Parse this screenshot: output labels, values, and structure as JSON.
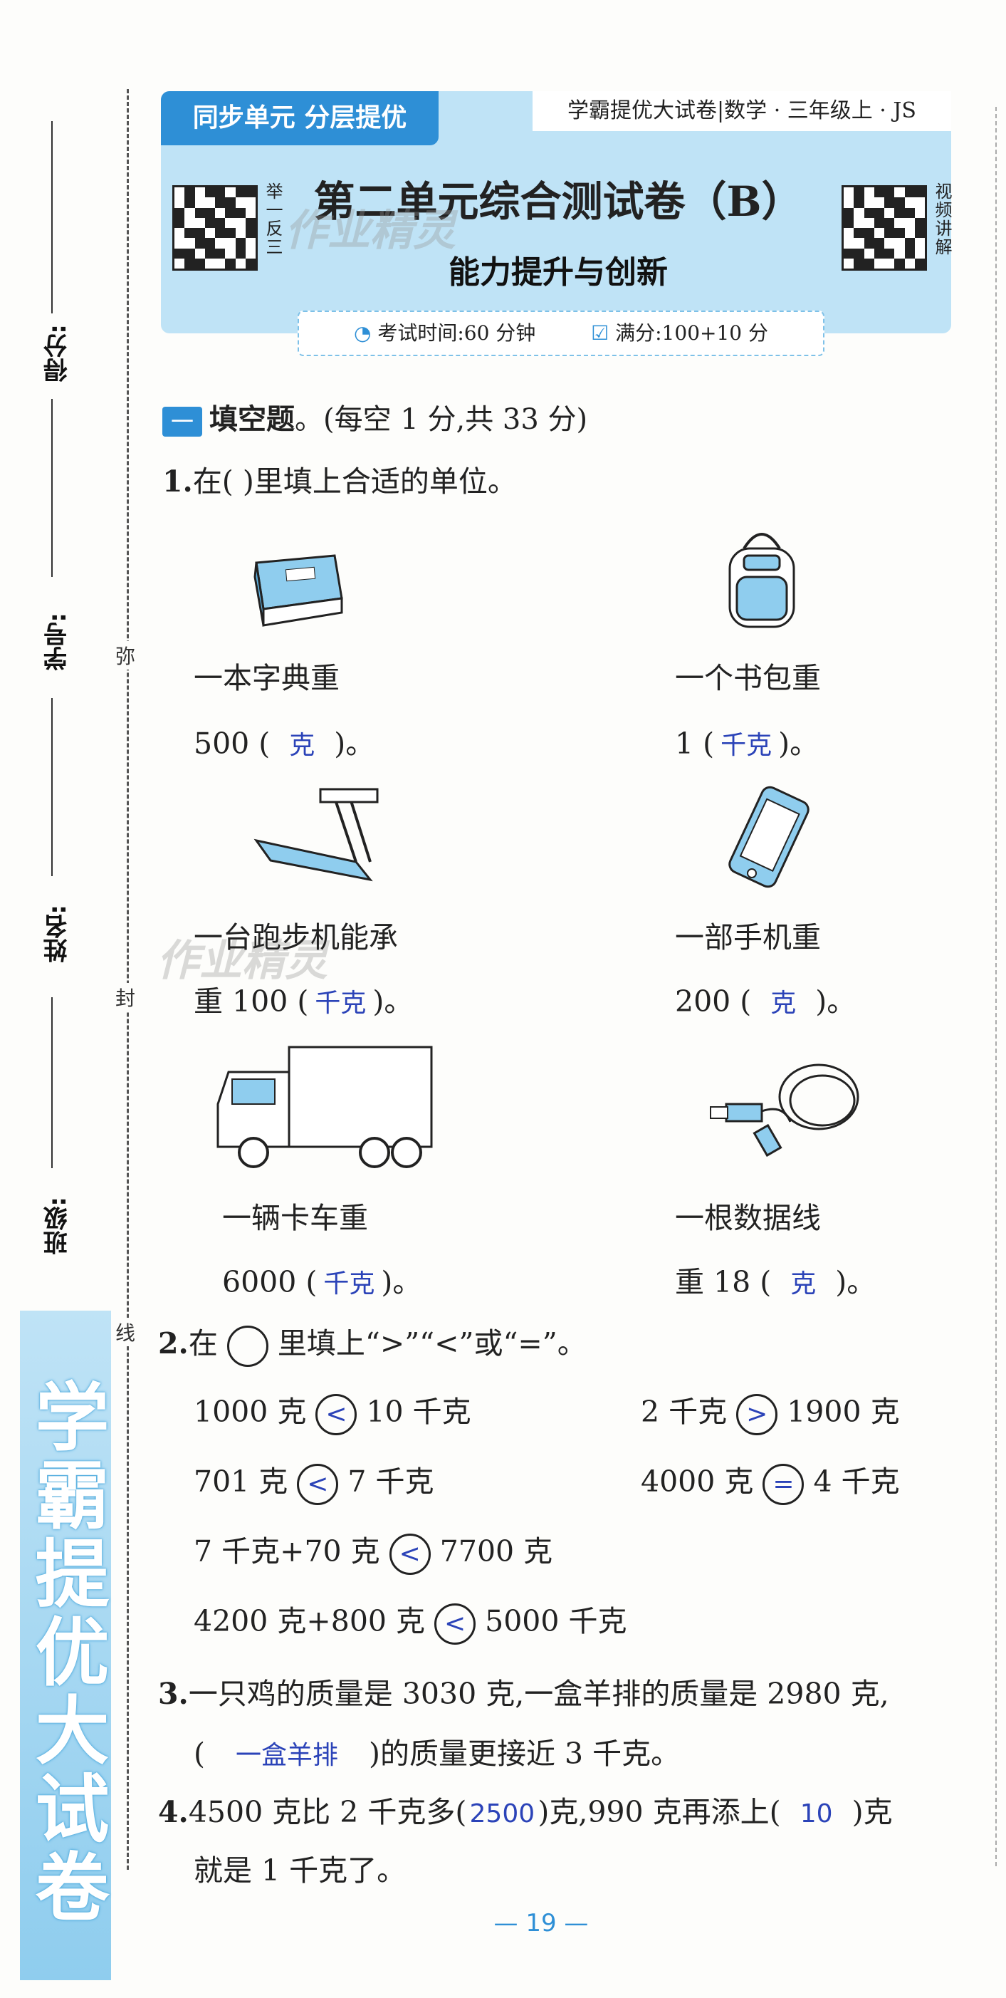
{
  "header": {
    "tag": "同步单元 分层提优",
    "series": "学霸提优大试卷|数学 · 三年级上 · JS",
    "title": "第二单元综合测试卷（B）",
    "subtitle": "能力提升与创新",
    "qr_left_caption": "举一反三",
    "qr_right_caption": "视频讲解",
    "time": "考试时间:60 分钟",
    "score": "满分:100+10 分"
  },
  "side": {
    "fields": [
      "得分:",
      "学号:",
      "姓名:",
      "班级:"
    ],
    "seals": [
      "弥",
      "封",
      "线"
    ],
    "brand": "学霸提优大试卷"
  },
  "watermark": "作业精灵",
  "section1": {
    "badge": "一",
    "title": "填空题",
    "note": "。(每空 1 分,共 33 分)"
  },
  "q1": {
    "num": "1.",
    "stem": "在(        )里填上合适的单位。",
    "items": [
      {
        "line1": "一本字典重",
        "line2_pre": "500 (",
        "answer": "克",
        "line2_post": ")。",
        "icon": "dictionary-icon"
      },
      {
        "line1": "一个书包重",
        "line2_pre": "1 (",
        "answer": "千克",
        "line2_post": ")。",
        "icon": "backpack-icon"
      },
      {
        "line1": "一台跑步机能承",
        "line2_pre": "重 100 (",
        "answer": "千克",
        "line2_post": ")。",
        "icon": "treadmill-icon"
      },
      {
        "line1": "一部手机重",
        "line2_pre": "200 (",
        "answer": "克",
        "line2_post": ")。",
        "icon": "phone-icon"
      },
      {
        "line1": "一辆卡车重",
        "line2_pre": "6000 (",
        "answer": "千克",
        "line2_post": ")。",
        "icon": "truck-icon"
      },
      {
        "line1": "一根数据线",
        "line2_pre": "重 18 (",
        "answer": "克",
        "line2_post": ")。",
        "icon": "cable-icon"
      }
    ]
  },
  "q2": {
    "num": "2.",
    "stem_pre": "在",
    "stem_post": "里填上“>”“<”或“=”。",
    "rows": [
      {
        "left": "1000 克",
        "sym": "<",
        "right": "10 千克"
      },
      {
        "left": "2 千克",
        "sym": ">",
        "right": "1900 克"
      },
      {
        "left": "701 克",
        "sym": "<",
        "right": "7 千克"
      },
      {
        "left": "4000 克",
        "sym": "=",
        "right": "4 千克"
      },
      {
        "left": "7 千克+70 克",
        "sym": "<",
        "right": "7700 克"
      },
      {
        "left": "4200 克+800 克",
        "sym": "<",
        "right": "5000 千克"
      }
    ]
  },
  "q3": {
    "num": "3.",
    "line1": "一只鸡的质量是 3030 克,一盒羊排的质量是 2980 克,",
    "line2_pre": "(",
    "answer": "一盒羊排",
    "line2_post": ")的质量更接近 3 千克。"
  },
  "q4": {
    "num": "4.",
    "pre": "4500 克比 2 千克多(",
    "answer1": "2500",
    "mid": ")克,990 克再添上(",
    "answer2": "10",
    "post": ")克",
    "line2": "就是 1 千克了。"
  },
  "footer": {
    "page": "— 19 —"
  }
}
